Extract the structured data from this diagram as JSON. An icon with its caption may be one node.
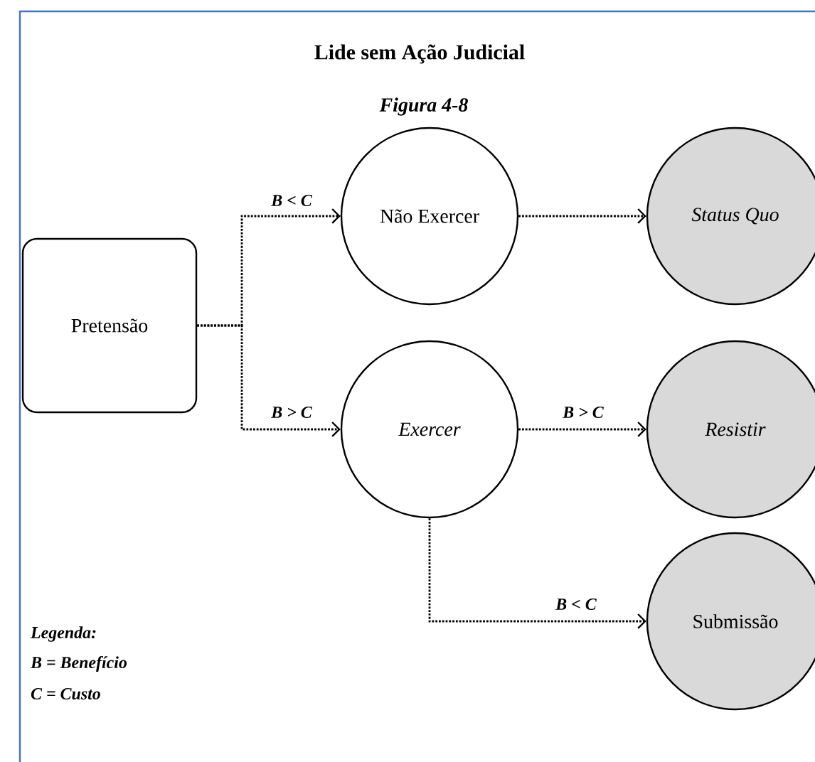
{
  "diagram": {
    "title": "Lide sem Ação Judicial",
    "caption": "Figura 4-8",
    "nodes": [
      {
        "text": [
          "Pretensão"
        ]
      },
      {
        "text": [
          "Não Exercer"
        ]
      },
      {
        "text": [
          "Exercer"
        ]
      },
      {
        "text": [
          "Status Quo"
        ]
      },
      {
        "text": [
          "Resistir"
        ]
      },
      {
        "text": [
          "Submissão"
        ]
      }
    ],
    "edges": [
      {
        "from": 0,
        "to": 1,
        "arrow": "to",
        "label": "B < C"
      },
      {
        "from": 0,
        "to": 2,
        "arrow": "to",
        "label": "B > C"
      },
      {
        "from": 1,
        "to": 3,
        "arrow": "to"
      },
      {
        "from": 2,
        "to": 4,
        "arrow": "to",
        "label": "B > C"
      },
      {
        "from": 2,
        "to": 5,
        "arrow": "to",
        "label": "B < C"
      }
    ],
    "labels": [
      "Legenda:",
      "B = Benefício",
      "C = Custo"
    ]
  }
}
